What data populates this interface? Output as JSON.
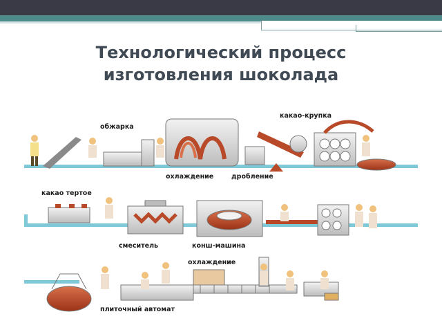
{
  "slide": {
    "title_line1": "Технологический процесс",
    "title_line2": "изготовления шоколада"
  },
  "labels": {
    "roasting": "обжарка",
    "cocoa_nibs": "какао-крупка",
    "cooling_1": "охлаждение",
    "crushing": "дробление",
    "cocoa_liquor": "какао тертое",
    "mixer": "смеситель",
    "conche": "конш-машина",
    "cooling_2": "охлаждение",
    "tablet_machine": "плиточный автомат"
  },
  "colors": {
    "topbar": "#3a3a46",
    "accent": "#4f8a8b",
    "title": "#404a55",
    "pipe": "#7fc8d8",
    "chocolate": "#b84a2a",
    "machine": "#d9d9d9"
  }
}
